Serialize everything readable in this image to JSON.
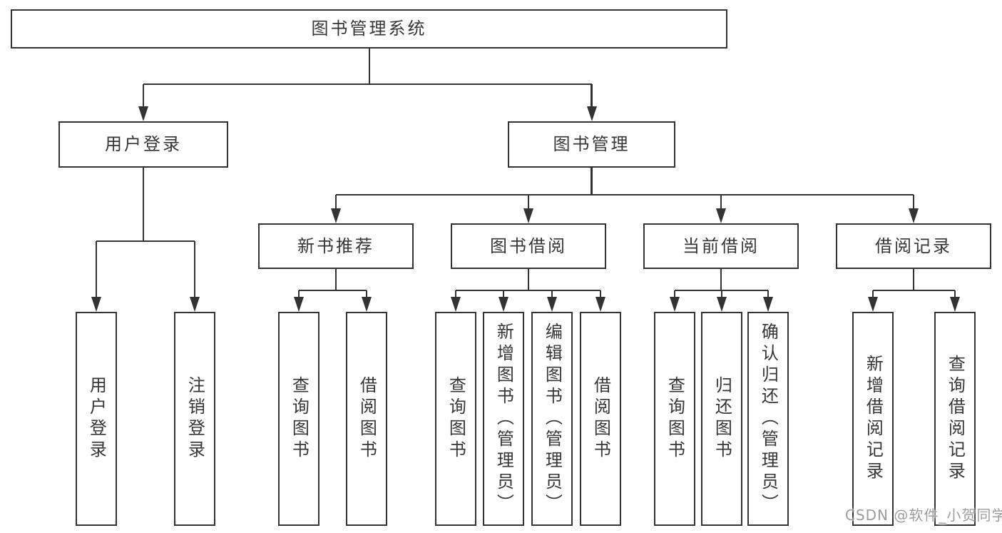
{
  "diagram": {
    "tree": {
      "root": {
        "label": "图书管理系统"
      },
      "branches": [
        {
          "label": "用户登录",
          "leaves": [
            {
              "label": "用户登录"
            },
            {
              "label": "注销登录"
            }
          ]
        },
        {
          "label": "图书管理",
          "groups": [
            {
              "label": "新书推荐",
              "leaves": [
                {
                  "label": "查询图书"
                },
                {
                  "label": "借阅图书"
                }
              ]
            },
            {
              "label": "图书借阅",
              "leaves": [
                {
                  "label": "查询图书"
                },
                {
                  "label": "新增图书（管理员）"
                },
                {
                  "label": "编辑图书（管理员）"
                },
                {
                  "label": "借阅图书"
                }
              ]
            },
            {
              "label": "当前借阅",
              "leaves": [
                {
                  "label": "查询图书"
                },
                {
                  "label": "归还图书"
                },
                {
                  "label": "确认归还（管理员）"
                }
              ]
            },
            {
              "label": "借阅记录",
              "leaves": [
                {
                  "label": "新增借阅记录"
                },
                {
                  "label": "查询借阅记录"
                }
              ]
            }
          ]
        }
      ]
    }
  },
  "watermark": {
    "text": "CSDN @软件_小贺同学",
    "color": "#9c9c9c"
  },
  "colors": {
    "background": "#ffffff",
    "line": "#333333",
    "box_fill": "#ffffff",
    "text": "#363636"
  }
}
